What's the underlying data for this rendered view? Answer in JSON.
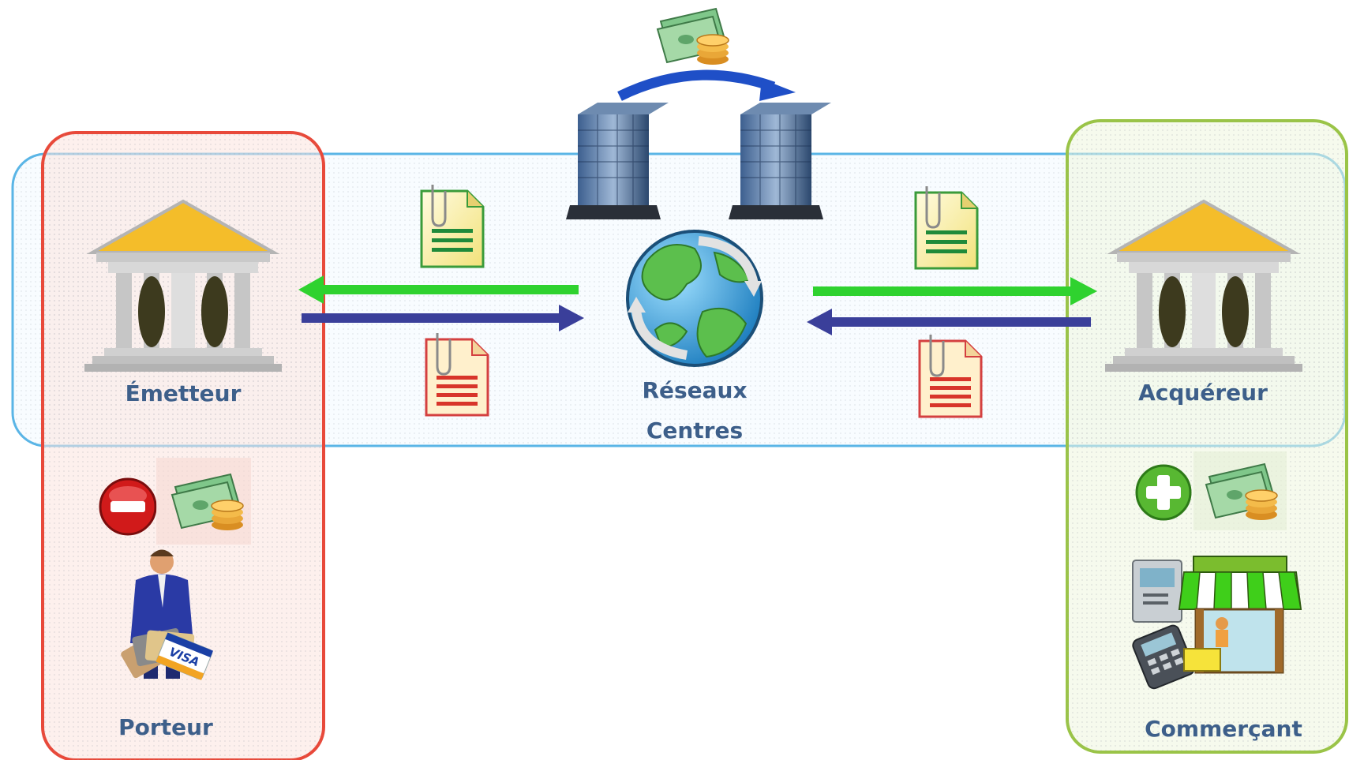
{
  "labels": {
    "emetteur": "Émetteur",
    "reseaux": "Réseaux",
    "centres": "Centres",
    "acquereur": "Acquéreur",
    "porteur": "Porteur",
    "commercant": "Commerçant"
  },
  "card_brand": "VISA",
  "colors": {
    "issuer_zone": "#e8493a",
    "merchant_zone": "#9ac447",
    "network_band": "#5ab5e6",
    "green_arrow": "#2fd22f",
    "blue_arrow": "#3a3f9a",
    "curved_arrow": "#1f4fc7",
    "text": "#3d5f8a"
  },
  "icons": [
    "bank-icon",
    "building-icon",
    "globe-icon",
    "document-icon",
    "money-icon",
    "minus-icon",
    "plus-icon",
    "cardholder-icon",
    "shop-icon",
    "payment-terminal-icon",
    "atm-icon"
  ]
}
